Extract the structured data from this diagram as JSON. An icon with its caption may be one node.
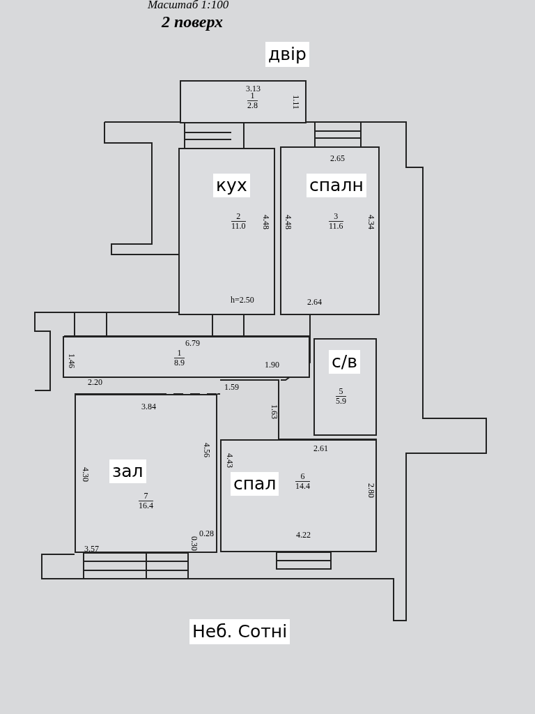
{
  "diagram": {
    "title": "2 поверх",
    "nodes": [
      {
        "text": [
          "1",
          "2.8"
        ]
      },
      {
        "text": [
          "кух",
          "2",
          "11.0"
        ]
      },
      {
        "text": [
          "спалн",
          "3",
          "11.6"
        ]
      },
      {
        "text": [
          "1",
          "8.9"
        ]
      },
      {
        "text": [
          "с/в",
          "5",
          "5.9"
        ]
      },
      {
        "text": [
          "зал",
          "7",
          "16.4"
        ]
      },
      {
        "text": [
          "спал",
          "6",
          "14.4"
        ]
      }
    ],
    "edges": [],
    "labels": [
      "Масштаб 1:100",
      "двір",
      "3.13",
      "1.11",
      "2.65",
      "4.48",
      "h=2.50",
      "4.48",
      "4.34",
      "2.64",
      "6.79",
      "1.46",
      "1.90",
      "2.20",
      "1.59",
      "3.84",
      "1.63",
      "4.30",
      "4.56",
      "2.61",
      "4.43",
      "2.80",
      "0.28",
      "0.30",
      "3.57",
      "4.22",
      "Неб. Сотні"
    ]
  }
}
